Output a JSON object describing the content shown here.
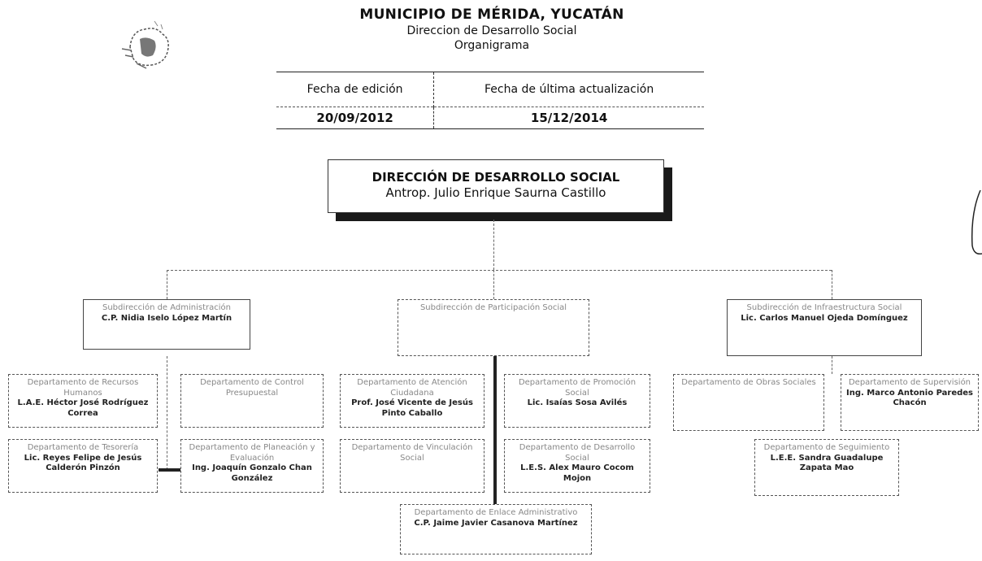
{
  "header": {
    "line1": "MUNICIPIO DE MÉRIDA, YUCATÁN",
    "line2": "Direccion de Desarrollo Social",
    "line3": "Organigrama"
  },
  "dates_table": {
    "col1_label": "Fecha de edición",
    "col2_label": "Fecha de última actualización",
    "col1_value": "20/09/2012",
    "col2_value": "15/12/2014"
  },
  "director": {
    "title": "DIRECCIÓN DE DESARROLLO SOCIAL",
    "name": "Antrop. Julio Enrique Saurna Castillo"
  },
  "level1": {
    "left": {
      "title": "Subdirección de Administración",
      "name": "C.P. Nidia Iselo López Martín"
    },
    "center": {
      "title": "Subdirección de Participación Social",
      "name": ""
    },
    "right": {
      "title": "Subdirección de Infraestructura Social",
      "name": "Lic. Carlos Manuel Ojeda Domínguez"
    }
  },
  "level2": {
    "a1": {
      "title": "Departamento de Recursos Humanos",
      "name": "L.A.E. Héctor José Rodríguez Correa"
    },
    "a2": {
      "title": "Departamento de Control Presupuestal",
      "name": ""
    },
    "a3": {
      "title": "Departamento de Tesorería",
      "name": "Lic. Reyes Felipe de Jesús Calderón Pinzón"
    },
    "a4": {
      "title": "Departamento de Planeación y Evaluación",
      "name": "Ing. Joaquín Gonzalo Chan González"
    },
    "b1": {
      "title": "Departamento de Atención Ciudadana",
      "name": "Prof. José Vicente de Jesús Pinto Caballo"
    },
    "b2": {
      "title": "Departamento de Vinculación Social",
      "name": ""
    },
    "b3": {
      "title": "Departamento de Promoción Social",
      "name": "Lic. Isaías Sosa Avilés"
    },
    "b4": {
      "title": "Departamento de Desarrollo Social",
      "name": "L.E.S. Alex Mauro Cocom Mojon"
    },
    "c1": {
      "title": "Departamento de Obras Sociales",
      "name": ""
    },
    "c2": {
      "title": "Departamento de Supervisión",
      "name": "Ing. Marco Antonio Paredes Chacón"
    },
    "c3": {
      "title": "Departamento de Seguimiento",
      "name": "L.E.E. Sandra Guadalupe Zapata Mao"
    },
    "bottom": {
      "title": "Departamento de Enlace Administrativo",
      "name": "C.P. Jaime Javier Casanova Martínez"
    }
  }
}
